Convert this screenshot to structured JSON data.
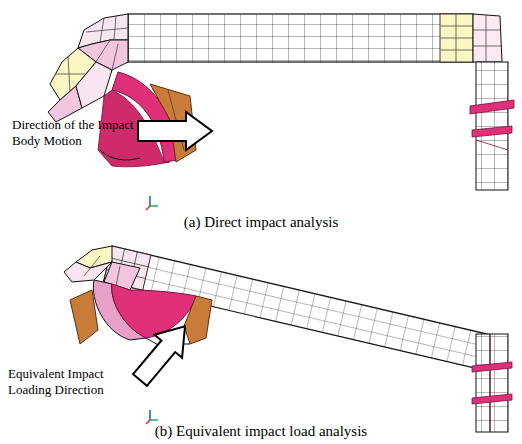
{
  "diagram": {
    "labels": [
      "Direction of the Impact Body Motion",
      "(a) Direct impact analysis",
      "Equivalent Impact Loading Direction",
      "(b) Equivalent impact load analysis"
    ]
  }
}
